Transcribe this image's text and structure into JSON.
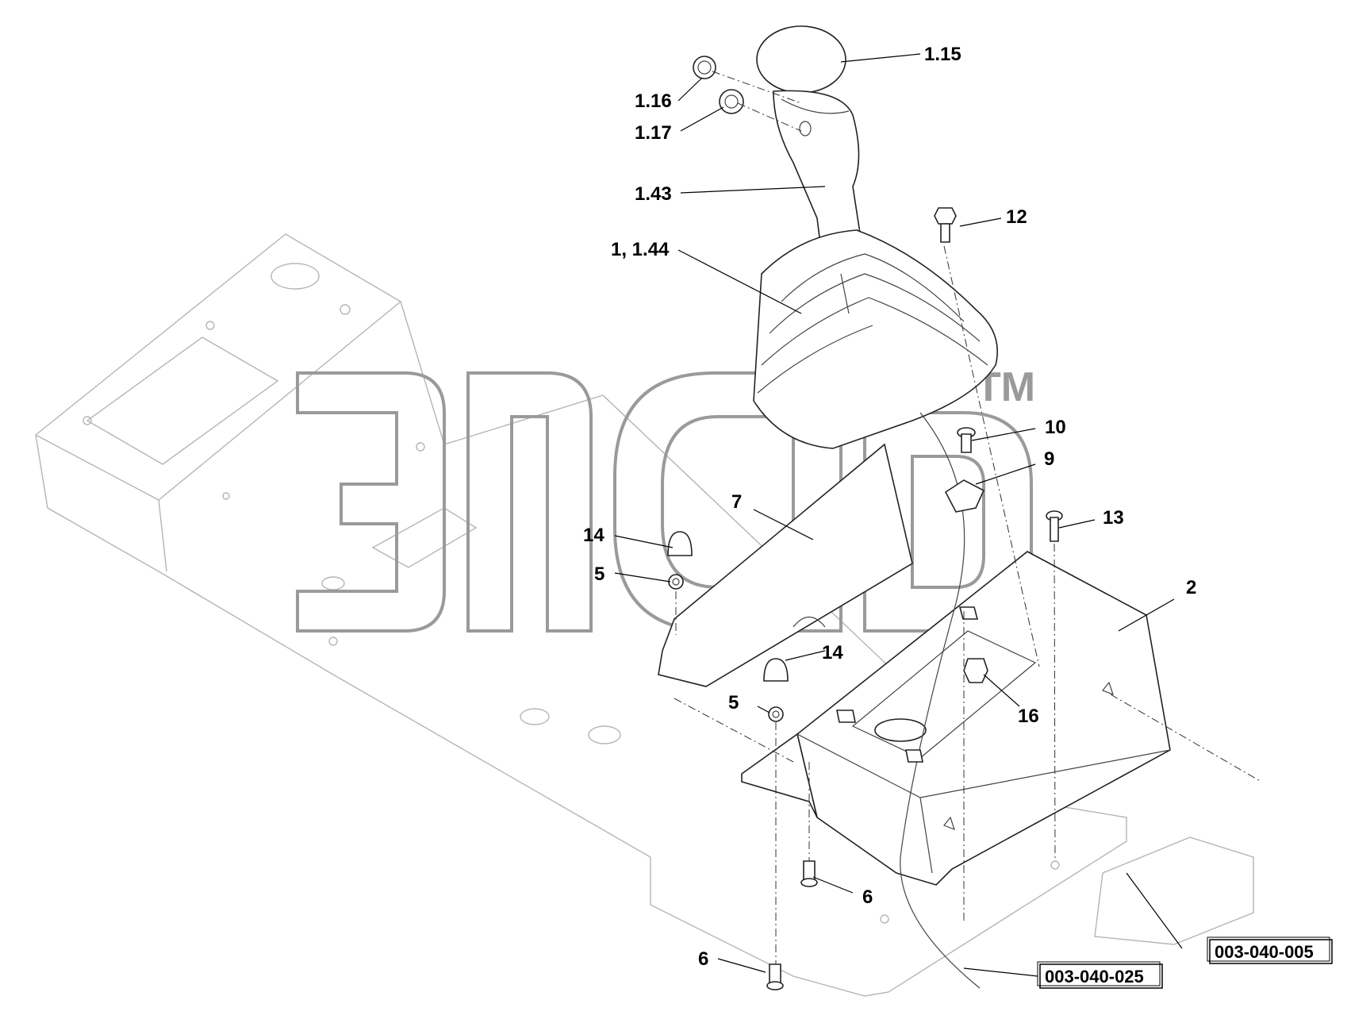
{
  "labels": {
    "l_1_15": "1.15",
    "l_1_16": "1.16",
    "l_1_17": "1.17",
    "l_1_43": "1.43",
    "l_1_1_44": "1, 1.44",
    "l_12": "12",
    "l_10": "10",
    "l_9": "9",
    "l_13": "13",
    "l_7": "7",
    "l_2": "2",
    "l_14a": "14",
    "l_5a": "5",
    "l_14b": "14",
    "l_5b": "5",
    "l_16": "16",
    "l_6a": "6",
    "l_6b": "6"
  },
  "references": {
    "ref_a": "003-040-005",
    "ref_b": "003-040-025"
  },
  "watermark": {
    "tm": "TM"
  }
}
